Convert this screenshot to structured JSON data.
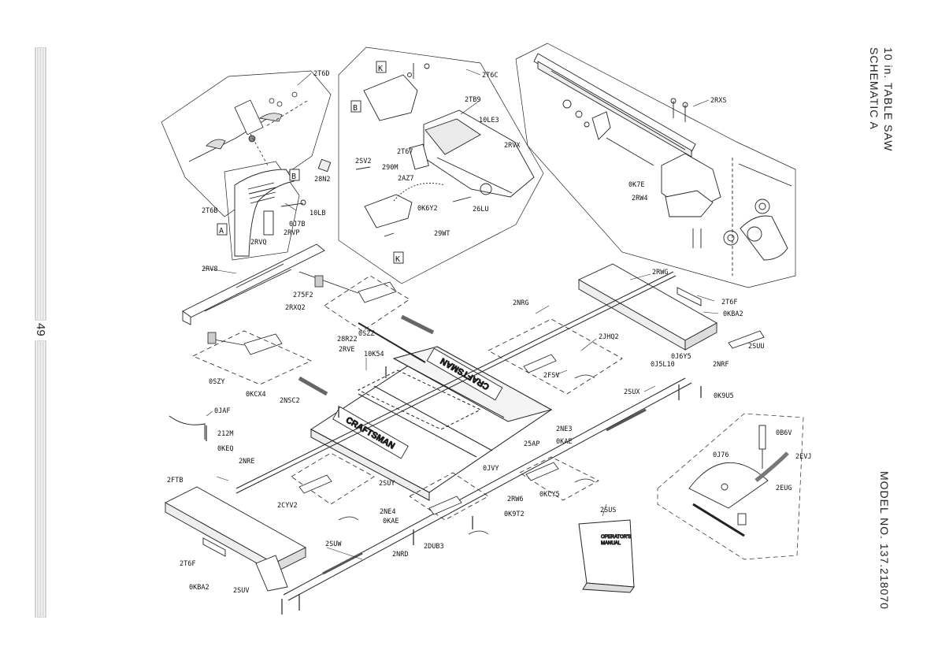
{
  "title": {
    "line1": "10 in. TABLE SAW",
    "line2": "SCHEMATIC A",
    "model": "MODEL NO. 137.218070"
  },
  "page_number": "49",
  "brand_text": "CRAFTSMAN",
  "manual_text": [
    "OPERATOR'S",
    "MANUAL"
  ],
  "callout_letters": [
    "A",
    "B",
    "K"
  ],
  "parts": [
    {
      "label": "2T6D"
    },
    {
      "label": "2T6C"
    },
    {
      "label": "2RXS"
    },
    {
      "label": "2TB9"
    },
    {
      "label": "10LE3"
    },
    {
      "label": "2RVX"
    },
    {
      "label": "2T67"
    },
    {
      "label": "2SV2"
    },
    {
      "label": "290M"
    },
    {
      "label": "2AZ7"
    },
    {
      "label": "0K6Y2"
    },
    {
      "label": "26LU"
    },
    {
      "label": "29WT"
    },
    {
      "label": "28N2"
    },
    {
      "label": "2T6B"
    },
    {
      "label": "10LB"
    },
    {
      "label": "0J7B"
    },
    {
      "label": "2RVP"
    },
    {
      "label": "2RVQ"
    },
    {
      "label": "0K7E"
    },
    {
      "label": "2RW4"
    },
    {
      "label": "2RV8"
    },
    {
      "label": "275F2"
    },
    {
      "label": "2RXQ2"
    },
    {
      "label": "0SZZ"
    },
    {
      "label": "28R22"
    },
    {
      "label": "2RVE"
    },
    {
      "label": "10K54"
    },
    {
      "label": "0SZY"
    },
    {
      "label": "0KCX4"
    },
    {
      "label": "2NSC2"
    },
    {
      "label": "2NRG"
    },
    {
      "label": "2RWG"
    },
    {
      "label": "2T6F"
    },
    {
      "label": "0KBA2"
    },
    {
      "label": "2SUU"
    },
    {
      "label": "2JHQ2"
    },
    {
      "label": "0J6Y5"
    },
    {
      "label": "0J5L10"
    },
    {
      "label": "2NRF"
    },
    {
      "label": "2SUX"
    },
    {
      "label": "0K9U5"
    },
    {
      "label": "2FSV"
    },
    {
      "label": "0JAF"
    },
    {
      "label": "212M"
    },
    {
      "label": "0KEQ"
    },
    {
      "label": "2NE3"
    },
    {
      "label": "0KAE"
    },
    {
      "label": "25AP"
    },
    {
      "label": "2NRE"
    },
    {
      "label": "2FTB"
    },
    {
      "label": "2SUY"
    },
    {
      "label": "0JVY"
    },
    {
      "label": "2RW6"
    },
    {
      "label": "0K9T2"
    },
    {
      "label": "0KCY5"
    },
    {
      "label": "2CYV2"
    },
    {
      "label": "2NE4"
    },
    {
      "label": "0KAE"
    },
    {
      "label": "2DUB3"
    },
    {
      "label": "2SUS"
    },
    {
      "label": "0B6V"
    },
    {
      "label": "0J76"
    },
    {
      "label": "2EVJ"
    },
    {
      "label": "2EUG"
    },
    {
      "label": "2SUW"
    },
    {
      "label": "2NRD"
    },
    {
      "label": "2T6F"
    },
    {
      "label": "0KBA2"
    },
    {
      "label": "2SUV"
    }
  ]
}
